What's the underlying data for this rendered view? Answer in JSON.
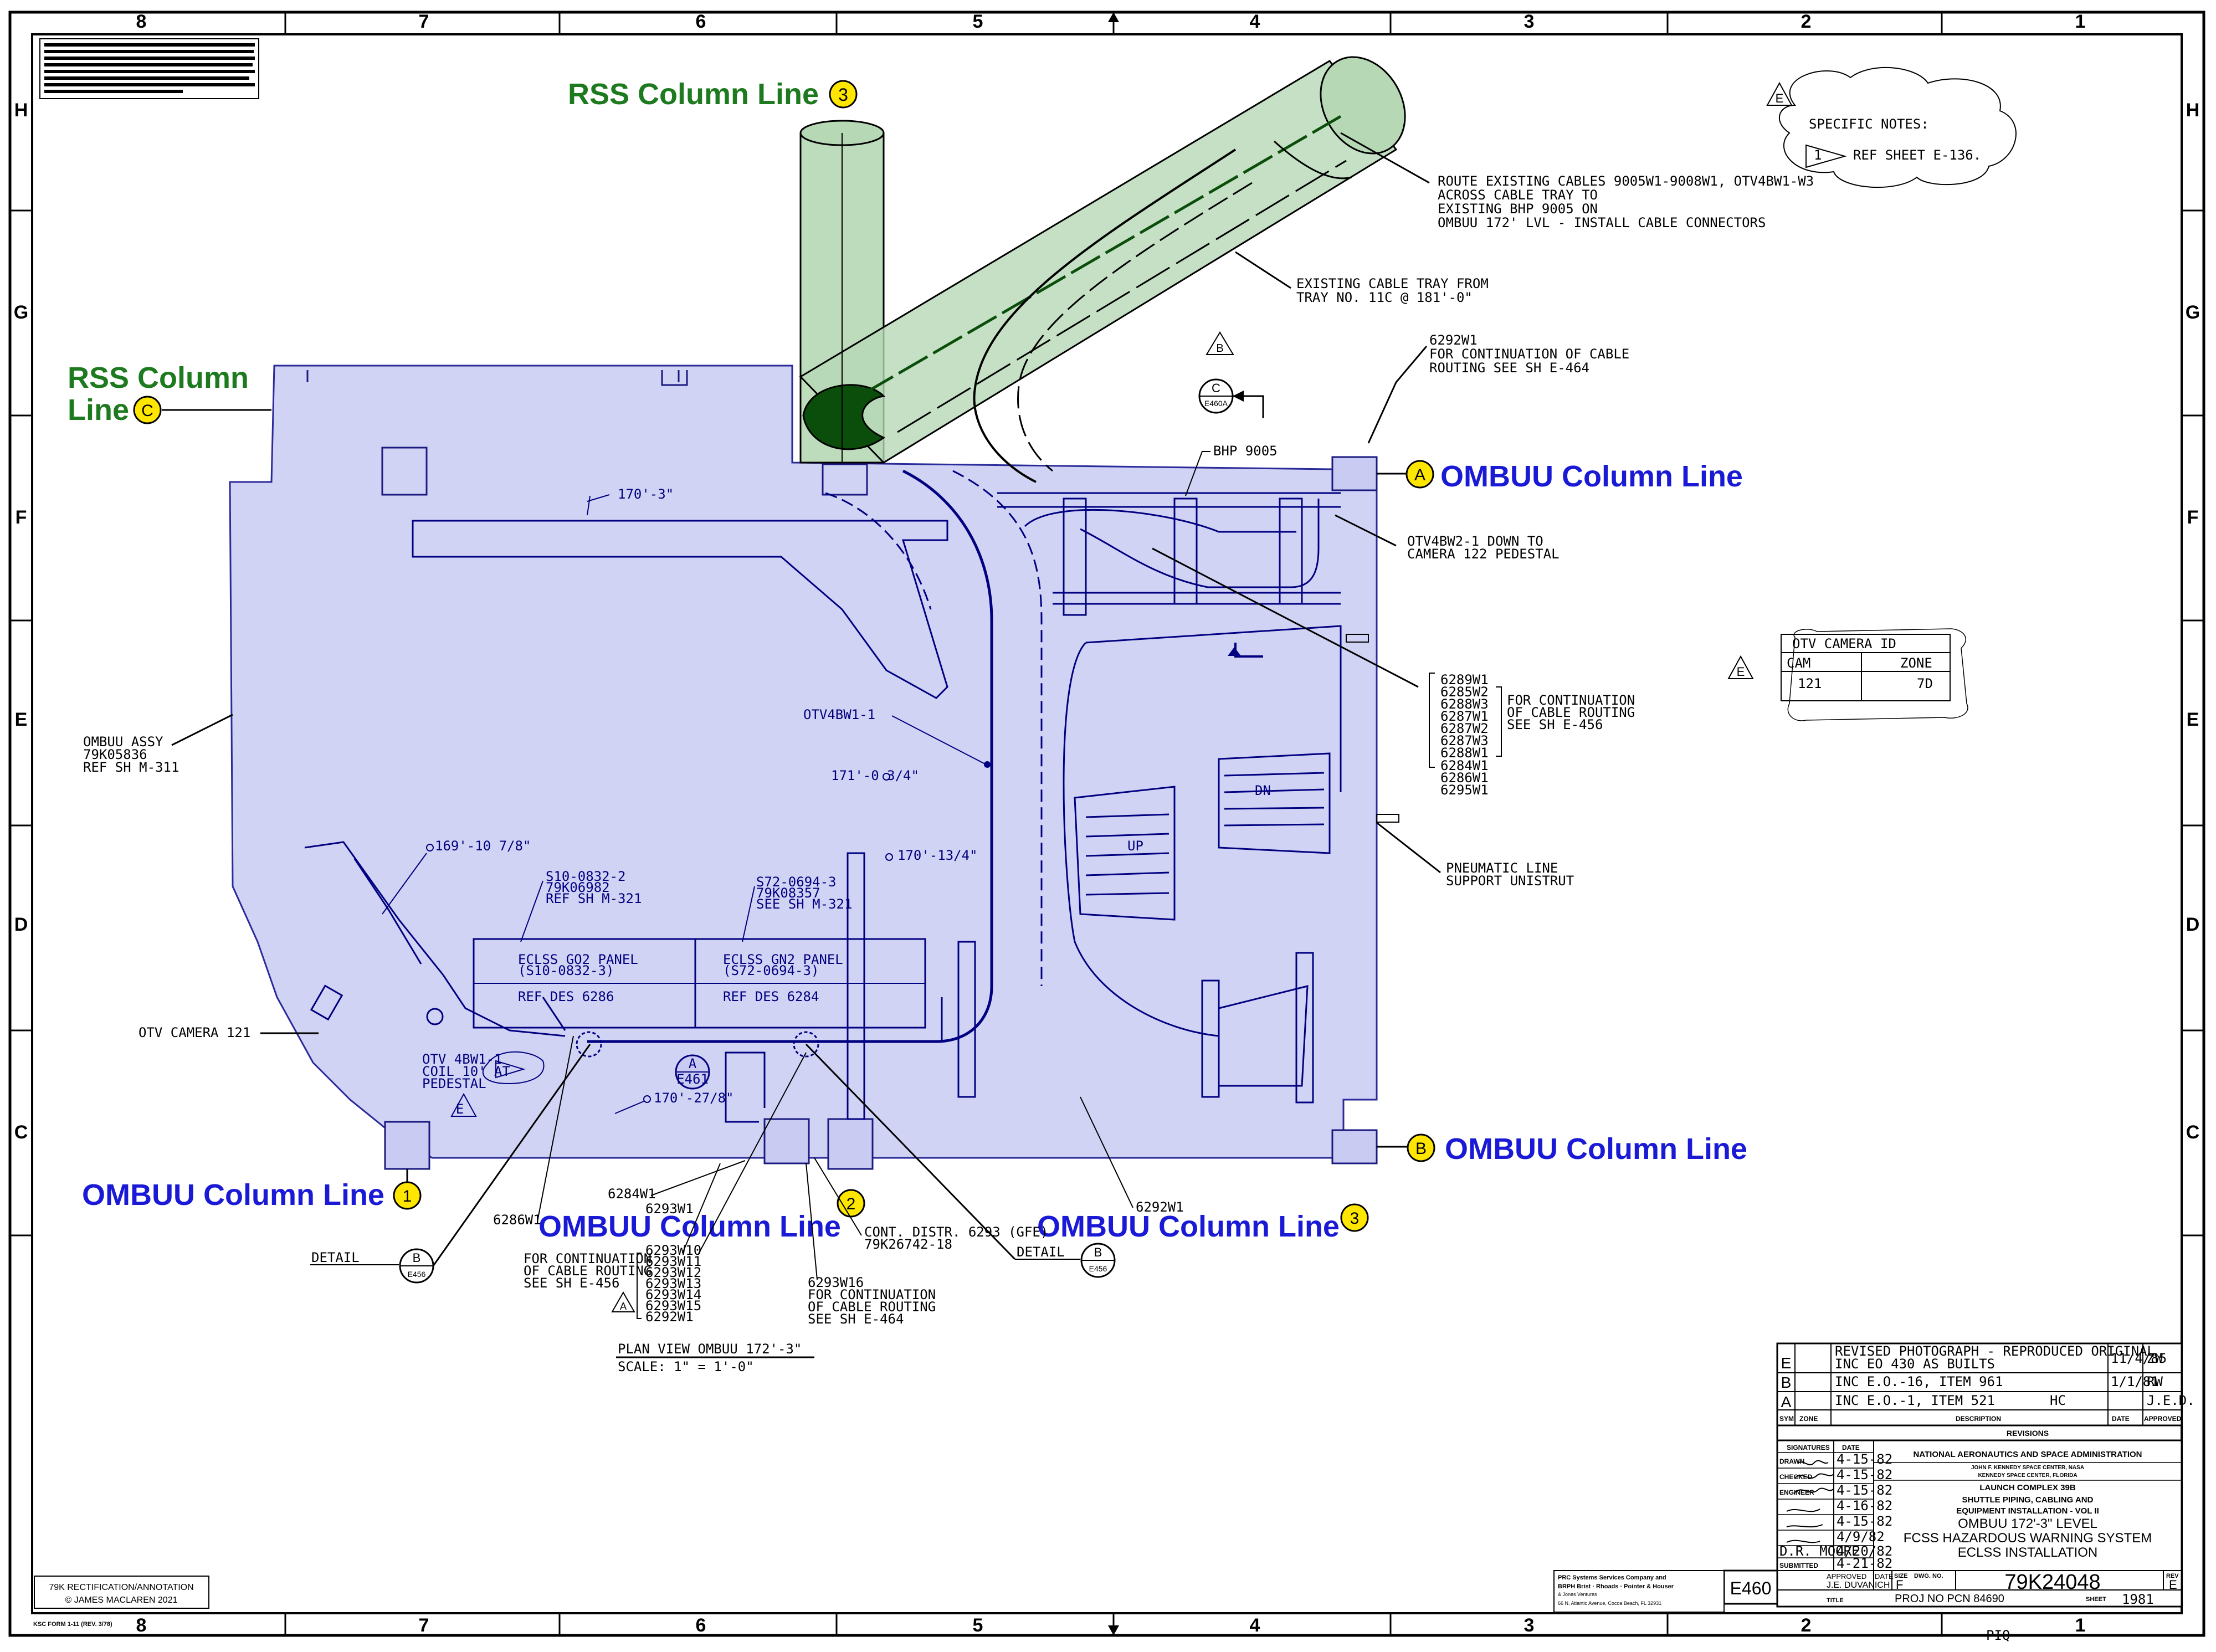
{
  "border": {
    "top_zones": [
      "8",
      "7",
      "6",
      "5",
      "4",
      "3",
      "2",
      "1"
    ],
    "bottom_zones": [
      "8",
      "7",
      "6",
      "5",
      "4",
      "3",
      "2",
      "1"
    ],
    "side_zones": [
      "H",
      "G",
      "F",
      "E",
      "D",
      "C"
    ]
  },
  "column_labels": {
    "rss_3": {
      "text": "RSS Column Line",
      "marker": "3"
    },
    "rss_c_line1": "RSS Column",
    "rss_c_line2": "Line",
    "rss_c_marker": "C",
    "ombuu_a": {
      "text": "OMBUU Column Line",
      "marker": "A"
    },
    "ombuu_b": {
      "text": "OMBUU Column Line",
      "marker": "B"
    },
    "ombuu_1": {
      "text": "OMBUU Column Line",
      "marker": "1"
    },
    "ombuu_2": {
      "text": "OMBUU Column Line",
      "marker": "2"
    },
    "ombuu_3": {
      "text": "OMBUU Column Line",
      "marker": "3"
    }
  },
  "callouts": {
    "route_cables": [
      "ROUTE EXISTING CABLES 9005W1-9008W1, OTV4BW1-W3",
      "ACROSS CABLE TRAY TO",
      "EXISTING BHP 9005 ON",
      "OMBUU 172' LVL - INSTALL CABLE CONNECTORS"
    ],
    "existing_tray": [
      "EXISTING CABLE TRAY FROM",
      "TRAY NO. 11C @ 181'-0\""
    ],
    "w6292_top": [
      "6292W1",
      "FOR CONTINUATION OF CABLE",
      "ROUTING SEE SH E-464"
    ],
    "bhp": "BHP 9005",
    "otv4bw2": [
      "OTV4BW2-1  DOWN TO",
      "CAMERA 122 PEDESTAL"
    ],
    "cable_list_right": [
      "6289W1",
      "6285W2",
      "6288W3",
      "6287W1",
      "6287W2",
      "6287W3",
      "6288W1"
    ],
    "continuation_456": [
      "FOR CONTINUATION",
      "OF CABLE ROUTING",
      "SEE SH E-456"
    ],
    "cable_list_right2": [
      "6284W1",
      "6286W1",
      "6295W1"
    ],
    "pneumatic": [
      "PNEUMATIC LINE",
      "SUPPORT UNISTRUT"
    ],
    "ombuu_assy": [
      "OMBUU ASSY",
      "79K05836",
      "REF SH M-311"
    ],
    "otv4bw1": "OTV4BW1-1",
    "elev_170_3": "170'-3\"",
    "elev_171": "171'-0 3/4\"",
    "elev_170_13": "170'-13/4\"",
    "elev_169": "169'-10 7/8\"",
    "elev_170_27": "170'-27/8\"",
    "s10": [
      "S10-0832-2",
      "79K06982",
      "REF SH M-321"
    ],
    "s72": [
      "S72-0694-3",
      "79K08357",
      "SEE SH M-321"
    ],
    "panel1": [
      "ECLSS GO2 PANEL",
      "(S10-0832-3)",
      "REF DES 6286"
    ],
    "panel2": [
      "ECLSS GN2 PANEL",
      "(S72-0694-3)",
      "REF DES 6284"
    ],
    "otv_camera_121": "OTV  CAMERA 121",
    "otv4bw1_coil": [
      "OTV 4BW1-1",
      "COIL 10' AT",
      "PEDESTAL"
    ],
    "up": "UP",
    "dn": "DN",
    "w6284": "6284W1",
    "w6293": "6293W1",
    "w6286": "6286W1",
    "w6292_bottom": "6292W1",
    "detail": "DETAIL",
    "cable_list_bottom": [
      "6293W10",
      "6293W11",
      "6293W12",
      "6293W13",
      "6293W14",
      "6293W15",
      "6292W1"
    ],
    "continuation_bottom": [
      "FOR CONTINUATION",
      "OF CABLE ROUTING",
      "SEE SH E-456"
    ],
    "cont_distr": [
      "CONT. DISTR. 6293 (GFE)",
      "79K26742-18"
    ],
    "w6293w16": [
      "6293W16",
      "FOR CONTINUATION",
      "OF CABLE ROUTING",
      "SEE SH E-464"
    ],
    "plan_view": "PLAN VIEW OMBUU 172'-3\"",
    "scale": "SCALE: 1\" = 1'-0\"",
    "bubble_c": "C",
    "bubble_e460a": "E460A",
    "bubble_a": "A",
    "bubble_e461": "E461",
    "bubble_b": "B",
    "bubble_e456": "E456",
    "tri_b": "B",
    "tri_e": "E"
  },
  "specific_notes": {
    "title": "SPECIFIC NOTES:",
    "note_num": "1",
    "note_text": "REF  SHEET  E-136."
  },
  "camera_table": {
    "title": "OTV  CAMERA ID",
    "headers": [
      "CAM",
      "ZONE"
    ],
    "row": [
      "121",
      "7D"
    ]
  },
  "revisions": {
    "rows": [
      {
        "sym": "E",
        "desc": "REVISED PHOTOGRAPH - REPRODUCED ORIGINAL",
        "desc2": "INC EO 430                    AS BUILTS",
        "date": "11/4/85",
        "by": "ZW"
      },
      {
        "sym": "B",
        "desc": "INC E.O.-16, ITEM 961",
        "desc2": "",
        "date": "1/1/81",
        "by": "RW"
      },
      {
        "sym": "A",
        "desc": "INC E.O.-1, ITEM 521",
        "desc2": "HC",
        "date": "",
        "by": "J.E.D."
      }
    ],
    "headers": [
      "SYM",
      "ZONE",
      "DESCRIPTION",
      "DATE",
      "APPROVED"
    ],
    "section_title": "REVISIONS"
  },
  "title_block": {
    "signatures_label": "SIGNATURES",
    "date_label": "DATE",
    "roles": [
      "DRAWN",
      "CHECKED",
      "ENGINEER",
      "",
      "",
      "",
      "D.R. MOORE",
      "SUBMITTED"
    ],
    "dates": [
      "4-15-82",
      "4-15-82",
      "4-15-82",
      "4-16-82",
      "4-15-82",
      "4/9/82",
      "4/20/82",
      "4-21-82"
    ],
    "agency": "NATIONAL AERONAUTICS AND SPACE ADMINISTRATION",
    "center": "JOHN F. KENNEDY SPACE CENTER, NASA",
    "location": "KENNEDY SPACE CENTER, FLORIDA",
    "project": "LAUNCH COMPLEX 39B",
    "subtitle1": "SHUTTLE PIPING, CABLING AND",
    "subtitle2": "EQUIPMENT INSTALLATION - VOL II",
    "subtitle3": "OMBUU 172'-3\" LEVEL",
    "subtitle4": "FCSS HAZARDOUS WARNING SYSTEM",
    "subtitle5": "ECLSS INSTALLATION",
    "approved_label": "APPROVED",
    "approved_name": "J.E. DUVANICH",
    "date_label2": "DATE",
    "size_label": "SIZE",
    "size": "F",
    "dwg_label": "DWG. NO.",
    "dwg_no": "79K24048",
    "rev_label": "REV",
    "rev": "E",
    "sheet_id": "E460",
    "prc1": "PRC Systems Services Company and",
    "prc2": "BRPH Brist · Rhoads · Pointer & Houser",
    "prc3": "& Jones Ventures",
    "prc4": "66 N. Atlantic Avenue, Cocoa Beach, FL 32931",
    "title_label": "TITLE",
    "proj_no": "PROJ NO PCN 84690",
    "sheet_label": "SHEET",
    "sheet": "1981",
    "pio": "PIQ"
  },
  "rectification": [
    "79K RECTIFICATION/ANNOTATION",
    "© JAMES MACLAREN 2021"
  ],
  "form_no": "KSC FORM 1-11 (REV. 3/78)"
}
